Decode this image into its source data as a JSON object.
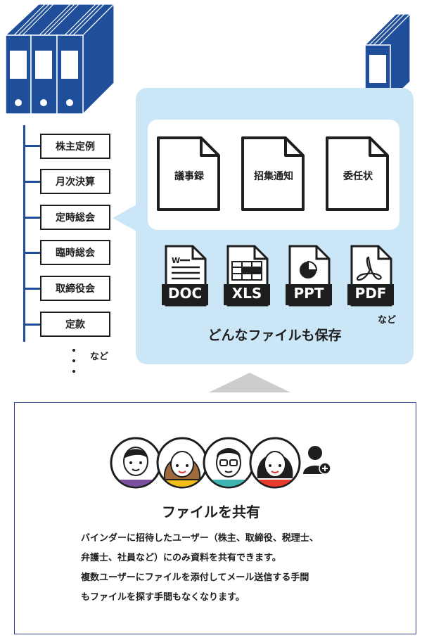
{
  "folders": [
    "株主定例",
    "月次決算",
    "定時総会",
    "臨時総会",
    "取締役会",
    "定款"
  ],
  "left_etc": "など",
  "documents": [
    "議事録",
    "招集通知",
    "委任状"
  ],
  "file_types": [
    "DOC",
    "XLS",
    "PPT",
    "PDF"
  ],
  "file_types_etc": "など",
  "save_caption": "どんなファイルも保存",
  "share_title": "ファイルを共有",
  "share_description": [
    "バインダーに招待したユーザー（株主、取締役、税理士、",
    "弁護士、社員など）にのみ資料を共有できます。",
    "複数ユーザーにファイルを添付してメール送信する手間",
    "もファイルを探す手間もなくなります。"
  ],
  "colors": {
    "binder": "#1f4e9a",
    "panel": "#cbe6f7",
    "border": "#2c3c8c",
    "ink": "#1e1e1e"
  }
}
